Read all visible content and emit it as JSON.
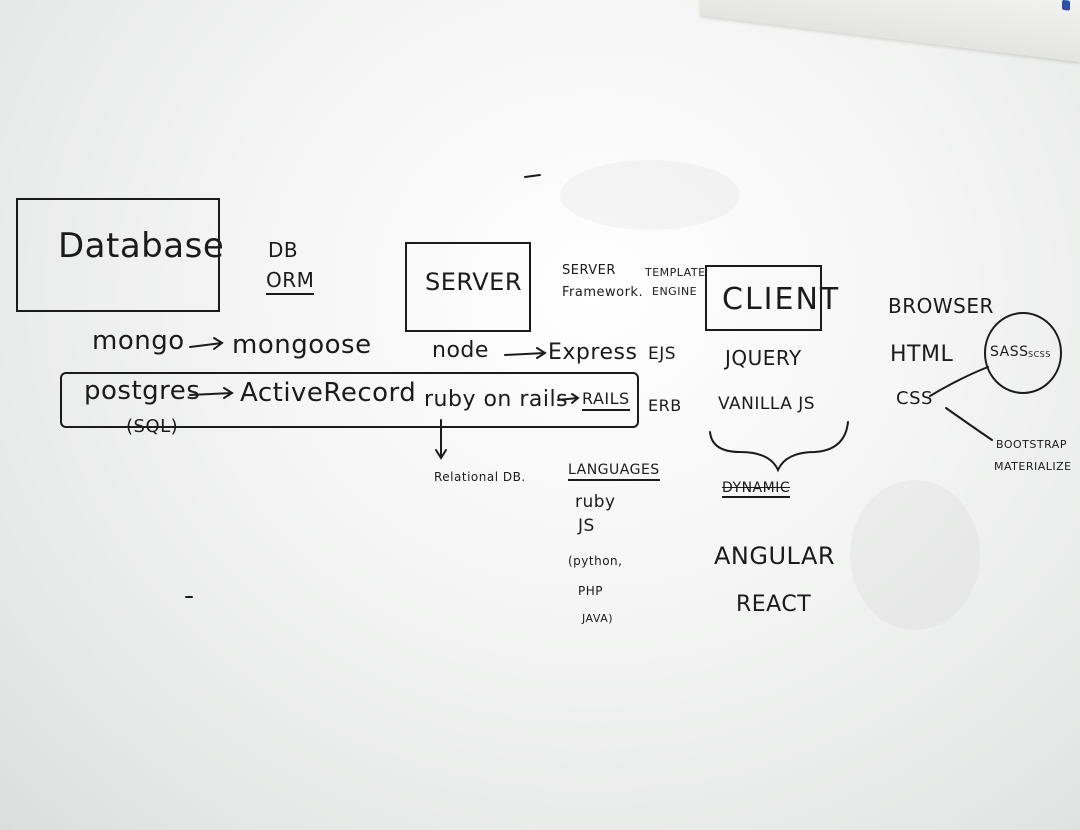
{
  "board": {
    "database": "Database",
    "db": "DB",
    "orm": "ORM",
    "server": "SERVER",
    "server_framework_line1": "SERVER",
    "server_framework_line2": "Framework.",
    "template_engine_line1": "TEMPLATE",
    "template_engine_line2": "ENGINE",
    "client": "CLIENT",
    "browser": "BROWSER",
    "mongo": "mongo",
    "mongoose": "mongoose",
    "postgres": "postgres",
    "activerecord": "ActiveRecord",
    "sql": "(SQL)",
    "node": "node",
    "express": "Express",
    "ejs": "EJS",
    "ruby_on_rails": "ruby on rails",
    "rails": "RAILS",
    "erb": "ERB",
    "relational_db": "Relational DB.",
    "languages": "LANGUAGES",
    "lang_ruby": "ruby",
    "lang_js": "JS",
    "lang_python": "(python,",
    "lang_php": "PHP",
    "lang_java": "JAVA)",
    "jquery": "JQUERY",
    "vanilla_js": "VANILLA JS",
    "dynamic": "DYNAMIC",
    "angular": "ANGULAR",
    "react": "REACT",
    "html": "HTML",
    "css": "CSS",
    "sass": "SASS",
    "scss": "SCSS",
    "bootstrap": "BOOTSTRAP",
    "materialize": "MATERIALIZE"
  }
}
